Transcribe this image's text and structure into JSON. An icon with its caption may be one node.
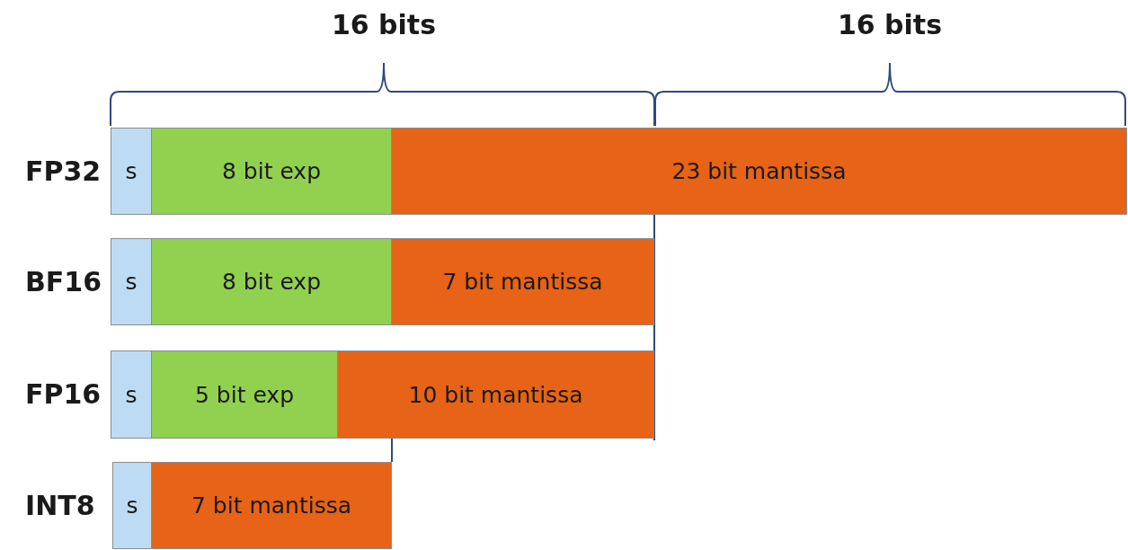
{
  "diagram": {
    "nodes": [
      {
        "text": [
          "s"
        ]
      },
      {
        "text": [
          "8 bit exp"
        ]
      },
      {
        "text": [
          "23 bit mantissa"
        ]
      },
      {
        "text": [
          "s"
        ]
      },
      {
        "text": [
          "8 bit exp"
        ]
      },
      {
        "text": [
          "7 bit mantissa"
        ]
      },
      {
        "text": [
          "s"
        ]
      },
      {
        "text": [
          "5 bit exp"
        ]
      },
      {
        "text": [
          "10 bit mantissa"
        ]
      },
      {
        "text": [
          "s"
        ]
      },
      {
        "text": [
          "7 bit mantissa"
        ]
      }
    ],
    "labels": [
      "16 bits",
      "16 bits",
      "FP32",
      "BF16",
      "FP16",
      "INT8"
    ]
  }
}
